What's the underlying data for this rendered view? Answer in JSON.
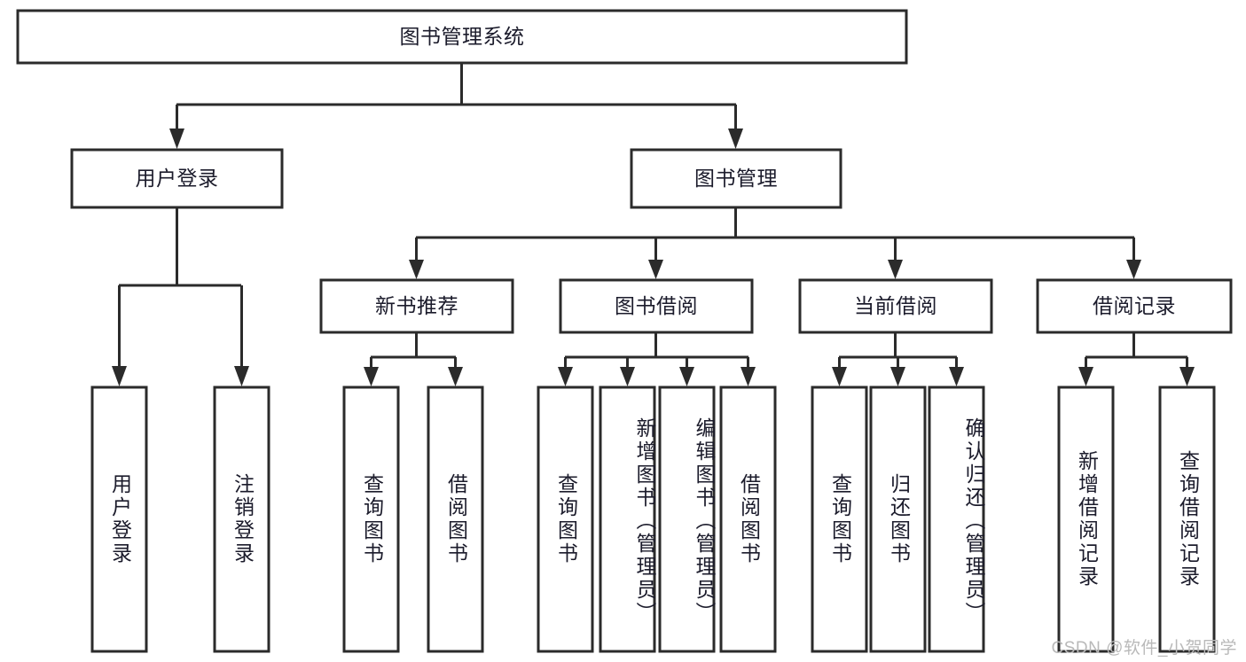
{
  "diagram": {
    "title": "图书管理系统",
    "type": "tree",
    "watermark": "CSDN @软件_小贺同学",
    "colors": {
      "stroke": "#2b2b2b",
      "fill": "#ffffff",
      "text": "#1b1b2b",
      "watermark": "#b9b9b9",
      "background": "#ffffff"
    },
    "nodes": {
      "root": "图书管理系统",
      "level2": {
        "user_login": "用户登录",
        "book_manage": "图书管理"
      },
      "level3": {
        "new_book_rec": "新书推荐",
        "book_borrow": "图书借阅",
        "current_borrow": "当前借阅",
        "borrow_record": "借阅记录"
      },
      "leaves": {
        "user_login_1": "用户登录",
        "user_login_2": "注销登录",
        "new_book_rec_1": "查询图书",
        "new_book_rec_2": "借阅图书",
        "book_borrow_1": "查询图书",
        "book_borrow_2": "新增图书（管理员）",
        "book_borrow_3": "编辑图书（管理员）",
        "book_borrow_4": "借阅图书",
        "current_borrow_1": "查询图书",
        "current_borrow_2": "归还图书",
        "current_borrow_3": "确认归还（管理员）",
        "borrow_record_1": "新增借阅记录",
        "borrow_record_2": "查询借阅记录"
      }
    },
    "edges": [
      {
        "from": "root",
        "to": "user_login"
      },
      {
        "from": "root",
        "to": "book_manage"
      },
      {
        "from": "user_login",
        "to": "user_login_1"
      },
      {
        "from": "user_login",
        "to": "user_login_2"
      },
      {
        "from": "book_manage",
        "to": "new_book_rec"
      },
      {
        "from": "book_manage",
        "to": "book_borrow"
      },
      {
        "from": "book_manage",
        "to": "current_borrow"
      },
      {
        "from": "book_manage",
        "to": "borrow_record"
      },
      {
        "from": "new_book_rec",
        "to": "new_book_rec_1"
      },
      {
        "from": "new_book_rec",
        "to": "new_book_rec_2"
      },
      {
        "from": "book_borrow",
        "to": "book_borrow_1"
      },
      {
        "from": "book_borrow",
        "to": "book_borrow_2"
      },
      {
        "from": "book_borrow",
        "to": "book_borrow_3"
      },
      {
        "from": "book_borrow",
        "to": "book_borrow_4"
      },
      {
        "from": "current_borrow",
        "to": "current_borrow_1"
      },
      {
        "from": "current_borrow",
        "to": "current_borrow_2"
      },
      {
        "from": "current_borrow",
        "to": "current_borrow_3"
      },
      {
        "from": "borrow_record",
        "to": "borrow_record_1"
      },
      {
        "from": "borrow_record",
        "to": "borrow_record_2"
      }
    ]
  }
}
